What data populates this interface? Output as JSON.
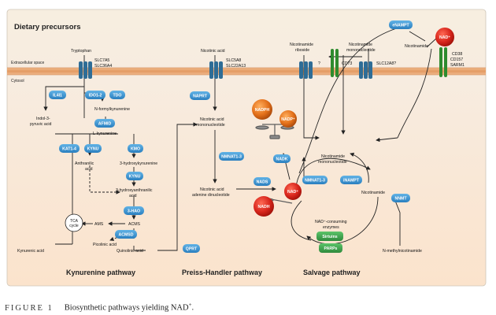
{
  "title": "Dietary precursors",
  "extracellular_label": "Extracellular space",
  "cytosol_label": "Cytosol",
  "pathways": {
    "kynurenine": "Kynurenine pathway",
    "preiss_handler": "Preiss-Handler pathway",
    "salvage": "Salvage pathway"
  },
  "metabolites": {
    "tryptophan": "Tryptophan",
    "nicotinic_acid": "Nicotinic acid",
    "nicotinamide_riboside": [
      "Nicotinamide",
      "riboside"
    ],
    "nmn_ext": [
      "Nicotinamide",
      "mononucleotide"
    ],
    "nicotinamide_ext": "Nicotinamide",
    "indol_pyruvic": [
      "Indol-3-",
      "pyruvic acid"
    ],
    "n_formylkynurenine": "N-formylkynurenine",
    "l_kynurenine": "L-kynurenine",
    "anthranilic": [
      "Anthranilic",
      "acid"
    ],
    "hydroxykynurenine": "3-hydroxykynurenine",
    "hydroxyanthranilic": [
      "3-hydroxyanthranilic",
      "acid"
    ],
    "ams": "AMS",
    "acms": "ACMS",
    "picolinic": "Picolinic acid",
    "quinolinic": "Quinolinic acid",
    "kynurenic": "Kynurenic acid",
    "tca": [
      "TCA",
      "cycle"
    ],
    "namn": [
      "Nicotinic acid",
      "mononucleotide"
    ],
    "naad": [
      "Nicotinic acid",
      "adenine dinucleotide"
    ],
    "nmn_int": [
      "Nicotinamide",
      "mononucleotide"
    ],
    "nicotinamide_int": "Nicotinamide",
    "n_methylnicotinamide": "N-methylnicotinamide",
    "nad_consuming": [
      "NAD⁺-consuming",
      "enzymes"
    ]
  },
  "transporters": {
    "slc7a5": [
      "SLC7A5",
      "SLC36A4"
    ],
    "slc5a8": [
      "SLC5A8",
      "SLC22A13"
    ],
    "unknown": "?",
    "cd73": "CD73",
    "slc12a8": "SLC12A8?",
    "cd38": [
      "CD38",
      "CD157",
      "SARM1"
    ]
  },
  "enzymes": {
    "il4i1": "IL4I1",
    "ido": "IDO1-2",
    "tdo": "TDO",
    "afmid": "AFMID",
    "kat": "KAT1-4",
    "kynu1": "KYNU",
    "kmo": "KMO",
    "kynu2": "KYNU",
    "haao": "3-HAO",
    "acmsd": "ACMSD",
    "qprt": "QPRT",
    "naprt": "NAPRT",
    "nmnat_ph": "NMNAT1-3",
    "nads": "NADS",
    "nadk": "NADK",
    "nmnat_s": "NMNAT1-3",
    "inampt": "iNAMPT",
    "enampt": "eNAMPT",
    "nnmt": "NNMT",
    "sirtuins": "Sirtuins",
    "parps": "PARPs"
  },
  "balls": {
    "nadph": "NADPH",
    "nadp": "NADP⁺",
    "nad_center": "NAD⁺",
    "nadh": "NADH",
    "nad_ext": "NAD⁺"
  },
  "caption": {
    "label": "FIGURE 1",
    "text": "Biosynthetic pathways yielding NAD",
    "sup": "+",
    "end": "."
  },
  "colors": {
    "panel_fill": "#fbe8d4",
    "panel_top": "#f6ecdc",
    "membrane": "#e9a672",
    "enzyme": "#3d95d0",
    "transporter": "#2f6d96",
    "cd_channel": "#2e8b2e",
    "green_box": "#3aa04a",
    "nad_red": "#d8261c",
    "nadph_orange": "#e3701a"
  }
}
